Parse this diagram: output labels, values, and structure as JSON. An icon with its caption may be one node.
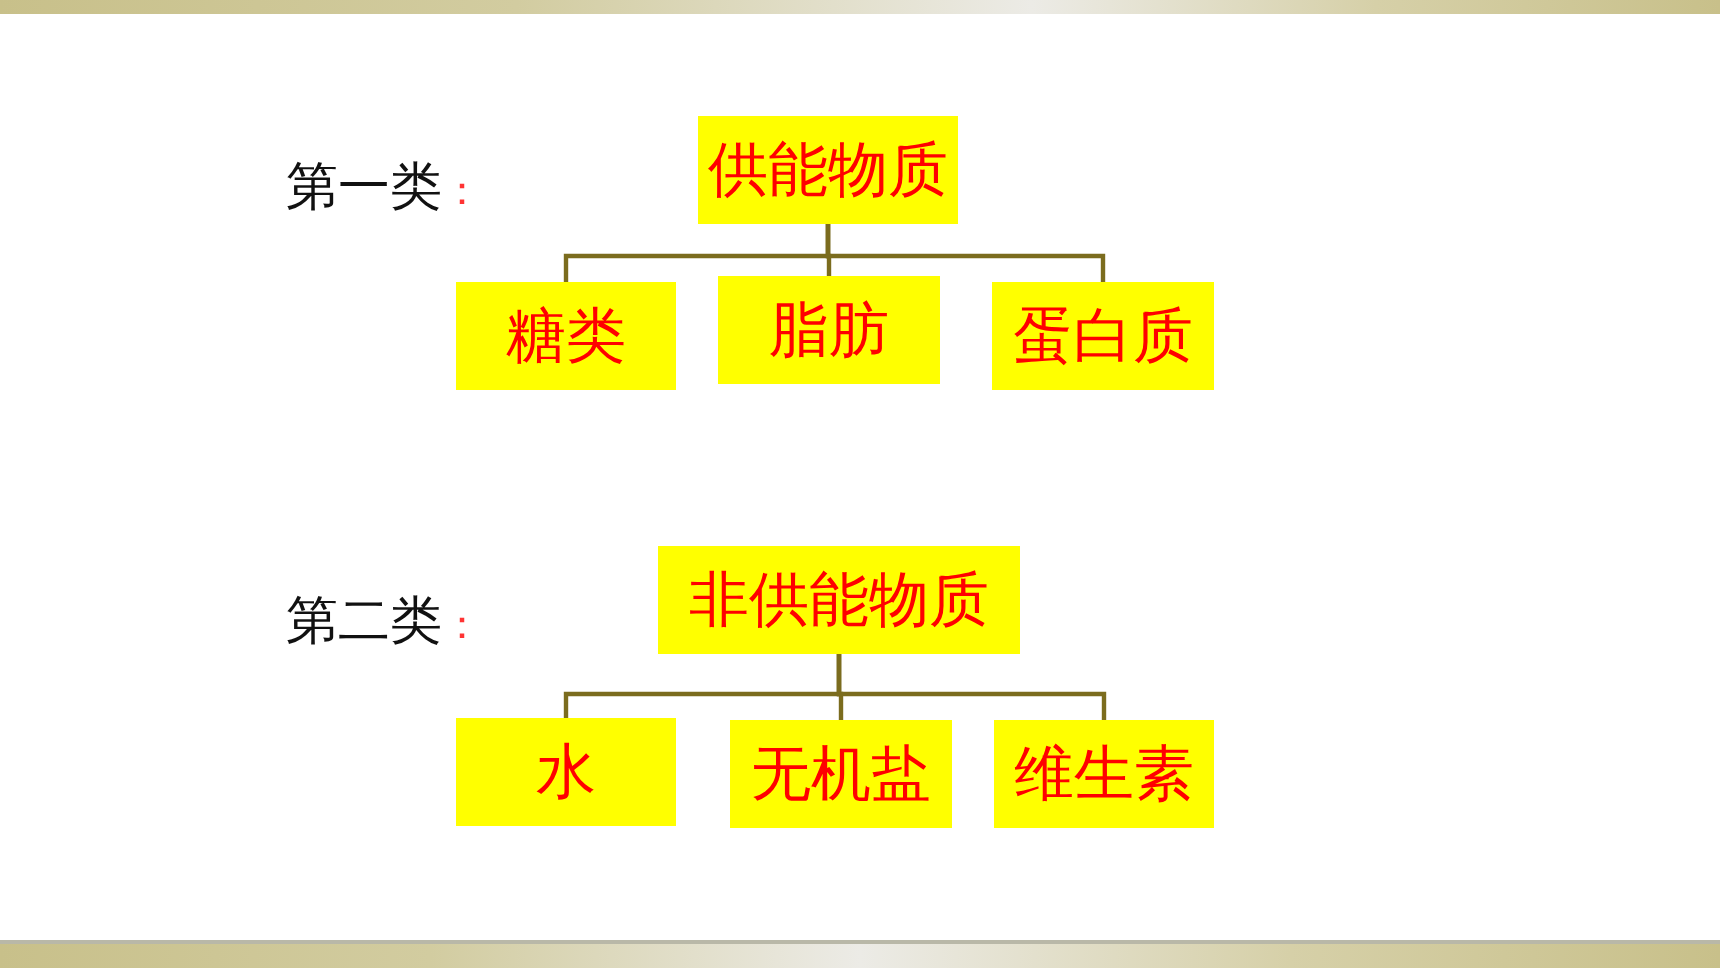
{
  "diagram": {
    "nodes": [
      {
        "text": [
          "供能物质"
        ]
      },
      {
        "text": [
          "糖类"
        ]
      },
      {
        "text": [
          "脂肪"
        ]
      },
      {
        "text": [
          "蛋白质"
        ]
      },
      {
        "text": [
          "非供能物质"
        ]
      },
      {
        "text": [
          "水"
        ]
      },
      {
        "text": [
          "无机盐"
        ]
      },
      {
        "text": [
          "维生素"
        ]
      }
    ],
    "edges": [
      {
        "from": 0,
        "to": 1,
        "arrow": "none"
      },
      {
        "from": 0,
        "to": 2,
        "arrow": "none"
      },
      {
        "from": 0,
        "to": 3,
        "arrow": "none"
      },
      {
        "from": 4,
        "to": 5,
        "arrow": "none"
      },
      {
        "from": 4,
        "to": 6,
        "arrow": "none"
      },
      {
        "from": 4,
        "to": 7,
        "arrow": "none"
      }
    ],
    "labels": [
      "第一类：",
      "第二类："
    ]
  }
}
